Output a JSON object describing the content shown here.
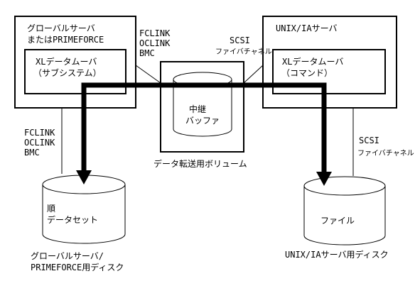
{
  "colors": {
    "line": "#000000",
    "background": "#ffffff"
  },
  "global_server": {
    "title_line1": "グローバルサーバ",
    "title_line2": "またはPRIMEFORCE",
    "subsystem_line1": "XLデータムーバ",
    "subsystem_line2": "（サブシステム）"
  },
  "unix_server": {
    "title": "UNIX/IAサーバ",
    "command_line1": "XLデータムーバ",
    "command_line2": "（コマンド）"
  },
  "left_link": {
    "line1": "FCLINK",
    "line2": "OCLINK",
    "line3": "BMC"
  },
  "right_link": {
    "line1": "SCSI",
    "line2": "ファイバチャネル"
  },
  "lower_left_link": {
    "line1": "FCLINK",
    "line2": "OCLINK",
    "line3": "BMC"
  },
  "lower_right_link": {
    "line1": "SCSI",
    "line2": "ファイバチャネル"
  },
  "volume": {
    "buffer_line1": "中継",
    "buffer_line2": "バッファ",
    "caption": "データ転送用ボリューム"
  },
  "left_disk": {
    "content_line1": "順",
    "content_line2": "データセット",
    "caption_line1": "グローバルサーバ/",
    "caption_line2": "PRIMEFORCE用ディスク"
  },
  "right_disk": {
    "content": "ファイル",
    "caption": "UNIX/IAサーバ用ディスク"
  }
}
